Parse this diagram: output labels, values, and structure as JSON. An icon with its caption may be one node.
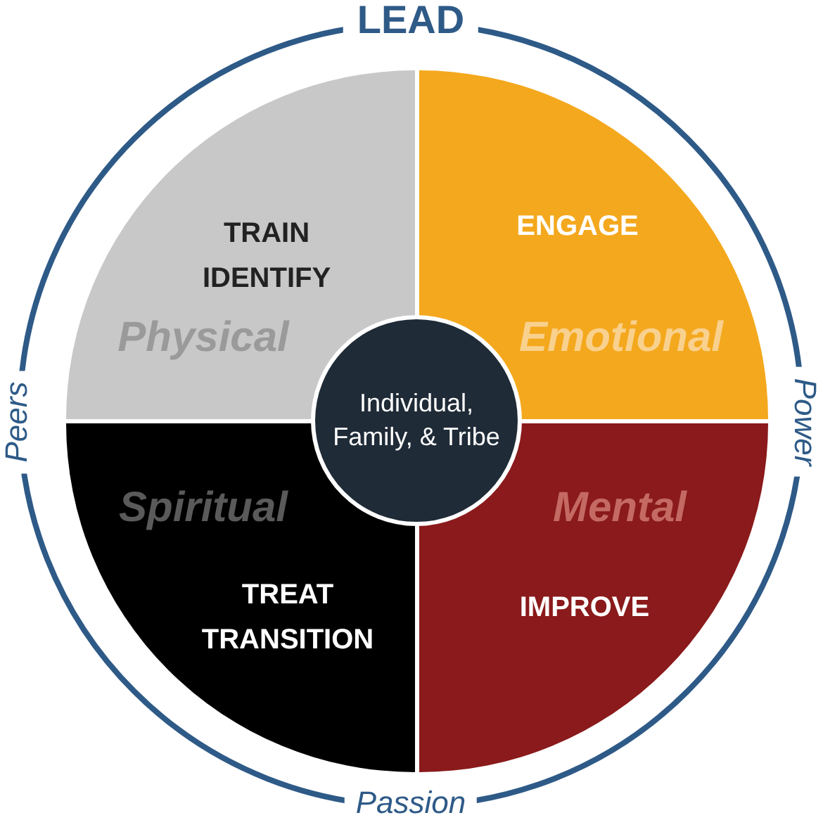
{
  "diagram": {
    "nodes": [
      {
        "text": [
          "LEAD",
          "Power",
          "Passion",
          "Peers"
        ]
      },
      {
        "text": [
          "TRAIN IDENTIFY",
          "Physical"
        ],
        "in": 0
      },
      {
        "text": [
          "ENGAGE",
          "Emotional"
        ],
        "in": 0
      },
      {
        "text": [
          "Spiritual",
          "TREAT TRANSITION"
        ],
        "in": 0
      },
      {
        "text": [
          "Mental",
          "IMPROVE"
        ],
        "in": 0
      },
      {
        "text": [
          "Individual, Family, & Tribe"
        ],
        "in": 0
      }
    ]
  }
}
